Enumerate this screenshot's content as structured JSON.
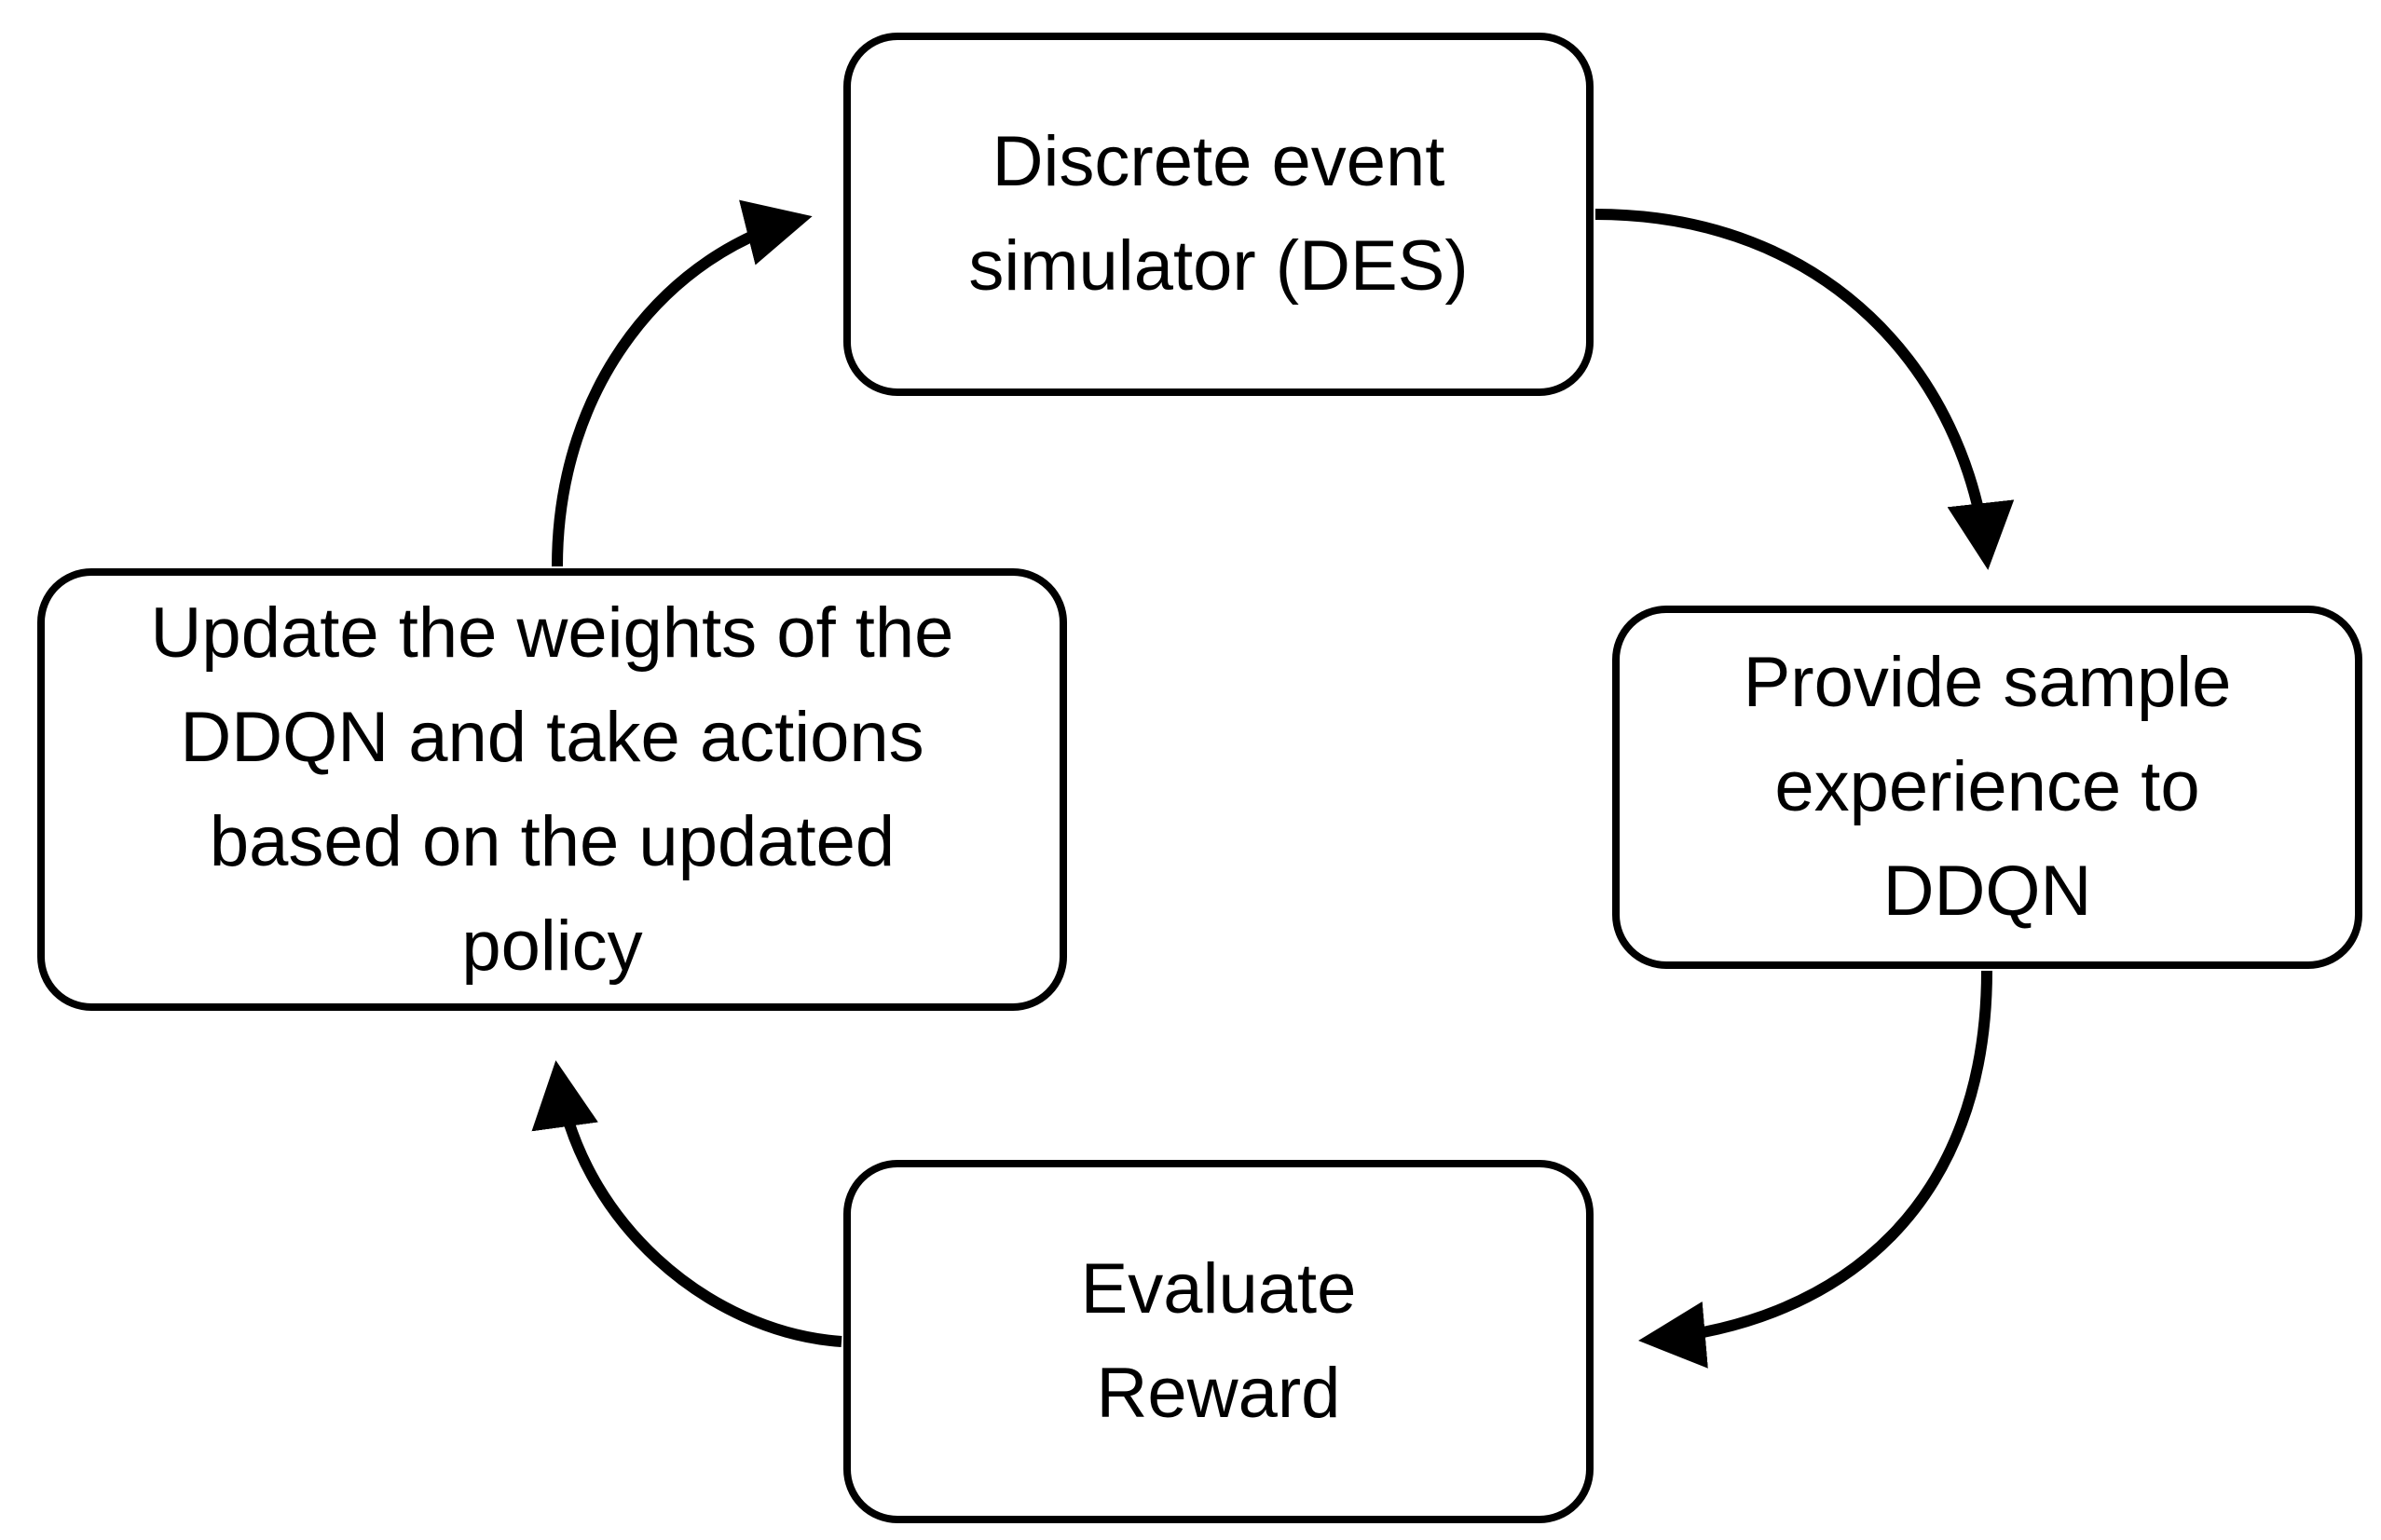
{
  "diagram": {
    "type": "cycle",
    "nodes": [
      {
        "id": "des",
        "label": "Discrete event\nsimulator (DES)"
      },
      {
        "id": "provide",
        "label": "Provide sample\nexperience to\nDDQN"
      },
      {
        "id": "evaluate",
        "label": "Evaluate\nReward"
      },
      {
        "id": "update",
        "label": "Update the weights of the\nDDQN and take actions\nbased on the updated\npolicy"
      }
    ],
    "edges": [
      {
        "from": "des",
        "to": "provide"
      },
      {
        "from": "provide",
        "to": "evaluate"
      },
      {
        "from": "evaluate",
        "to": "update"
      },
      {
        "from": "update",
        "to": "des"
      }
    ],
    "colors": {
      "stroke": "#000000",
      "fill": "#ffffff",
      "text": "#000000"
    }
  }
}
